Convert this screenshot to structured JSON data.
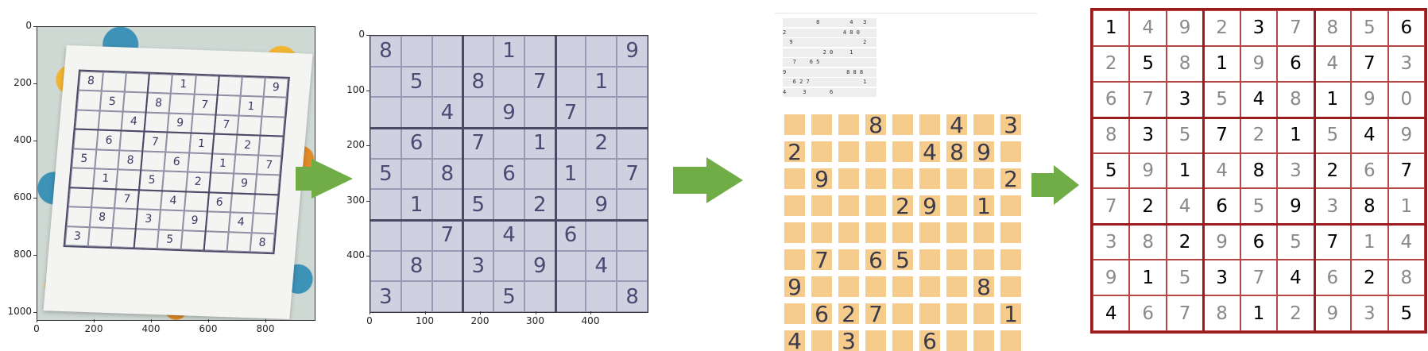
{
  "photo_panel": {
    "x_ticks": [
      "0",
      "200",
      "400",
      "600",
      "800"
    ],
    "y_ticks": [
      "0",
      "200",
      "400",
      "600",
      "800",
      "1000"
    ],
    "grid": [
      [
        8,
        0,
        0,
        0,
        1,
        0,
        0,
        0,
        9
      ],
      [
        0,
        5,
        0,
        8,
        0,
        7,
        0,
        1,
        0
      ],
      [
        0,
        0,
        4,
        0,
        9,
        0,
        7,
        0,
        0
      ],
      [
        0,
        6,
        0,
        7,
        0,
        1,
        0,
        2,
        0
      ],
      [
        5,
        0,
        8,
        0,
        6,
        0,
        1,
        0,
        7
      ],
      [
        0,
        1,
        0,
        5,
        0,
        2,
        0,
        9,
        0
      ],
      [
        0,
        0,
        7,
        0,
        4,
        0,
        6,
        0,
        0
      ],
      [
        0,
        8,
        0,
        3,
        0,
        9,
        0,
        4,
        0
      ],
      [
        3,
        0,
        0,
        0,
        5,
        0,
        0,
        0,
        8
      ]
    ]
  },
  "warped_panel": {
    "x_ticks": [
      "0",
      "100",
      "200",
      "300",
      "400"
    ],
    "y_ticks": [
      "0",
      "100",
      "200",
      "300",
      "400"
    ]
  },
  "detect_panel": {
    "text_rows": [
      "          8         4   3",
      "2                 4 8 0",
      "  9                     2",
      "            2 0     1",
      "   7    6 5",
      "9                  8 8 8",
      "   6 2 7                1",
      "4     3       6"
    ],
    "grid": [
      [
        0,
        0,
        0,
        8,
        0,
        0,
        4,
        0,
        3
      ],
      [
        2,
        0,
        0,
        0,
        0,
        4,
        8,
        9,
        0
      ],
      [
        0,
        9,
        0,
        0,
        0,
        0,
        0,
        0,
        2
      ],
      [
        0,
        0,
        0,
        0,
        2,
        9,
        0,
        1,
        0
      ],
      [
        0,
        0,
        0,
        0,
        0,
        0,
        0,
        0,
        0
      ],
      [
        0,
        7,
        0,
        6,
        5,
        0,
        0,
        0,
        0
      ],
      [
        9,
        0,
        0,
        0,
        0,
        0,
        0,
        8,
        0
      ],
      [
        0,
        6,
        2,
        7,
        0,
        0,
        0,
        0,
        1
      ],
      [
        4,
        0,
        3,
        0,
        0,
        6,
        0,
        0,
        0
      ]
    ]
  },
  "solved_panel": {
    "grid": [
      [
        1,
        4,
        9,
        2,
        3,
        7,
        8,
        5,
        6
      ],
      [
        2,
        5,
        8,
        1,
        9,
        6,
        4,
        7,
        3
      ],
      [
        6,
        7,
        3,
        5,
        4,
        8,
        1,
        9,
        0
      ],
      [
        8,
        3,
        5,
        7,
        2,
        1,
        5,
        4,
        9
      ],
      [
        5,
        9,
        1,
        4,
        8,
        3,
        2,
        6,
        7
      ],
      [
        7,
        2,
        4,
        6,
        5,
        9,
        3,
        8,
        1
      ],
      [
        3,
        8,
        2,
        9,
        6,
        5,
        7,
        1,
        4
      ],
      [
        9,
        1,
        5,
        3,
        7,
        4,
        6,
        2,
        8
      ],
      [
        4,
        6,
        7,
        8,
        1,
        2,
        9,
        3,
        5
      ]
    ],
    "given": [
      [
        1,
        0,
        0,
        0,
        1,
        0,
        0,
        0,
        1
      ],
      [
        0,
        1,
        0,
        1,
        0,
        1,
        0,
        1,
        0
      ],
      [
        0,
        0,
        1,
        0,
        1,
        0,
        1,
        0,
        0
      ],
      [
        0,
        1,
        0,
        1,
        0,
        1,
        0,
        1,
        0
      ],
      [
        1,
        0,
        1,
        0,
        1,
        0,
        1,
        0,
        1
      ],
      [
        0,
        1,
        0,
        1,
        0,
        1,
        0,
        1,
        0
      ],
      [
        0,
        0,
        1,
        0,
        1,
        0,
        1,
        0,
        0
      ],
      [
        0,
        1,
        0,
        1,
        0,
        1,
        0,
        1,
        0
      ],
      [
        1,
        0,
        0,
        0,
        1,
        0,
        0,
        0,
        1
      ]
    ]
  },
  "colors": {
    "arrow": "#70ad47",
    "detect_cell": "#f6cc8c",
    "solved_border": "#9b1c1c",
    "given_digit": "#000000",
    "solved_digit": "#8a8a8a"
  }
}
